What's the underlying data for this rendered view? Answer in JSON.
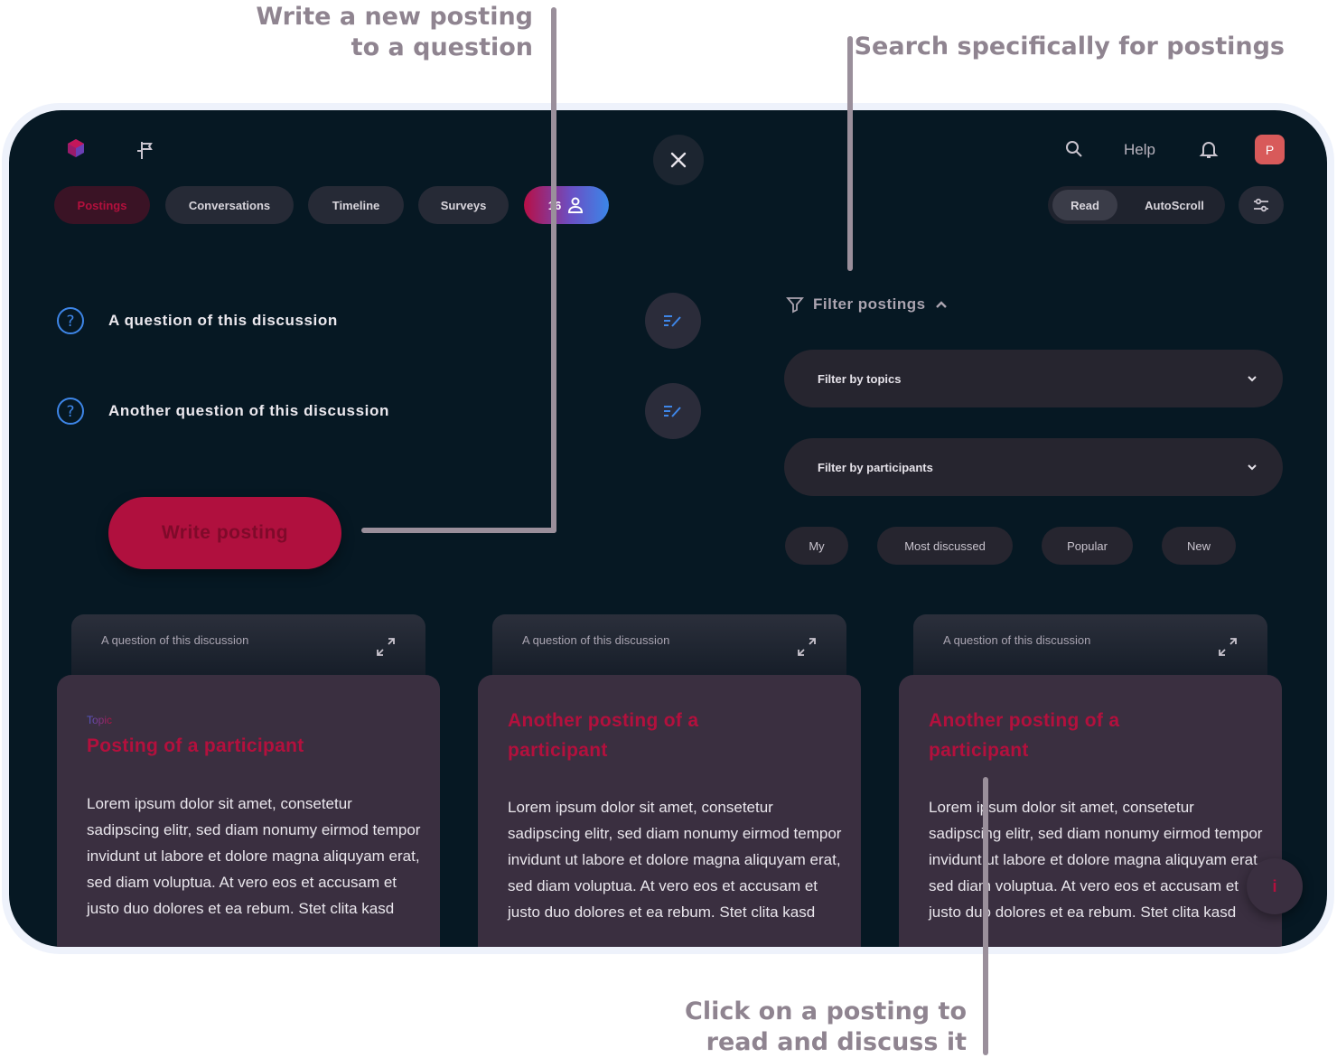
{
  "callouts": {
    "write": "Write a new posting\nto a question",
    "search": "Search specifically for postings",
    "click": "Click on a posting to\nread and discuss it"
  },
  "header": {
    "help": "Help",
    "avatar_initial": "P"
  },
  "tabs": [
    "Postings",
    "Conversations",
    "Timeline",
    "Surveys"
  ],
  "participants_badge": "16",
  "view_toggle": {
    "read": "Read",
    "autoscroll": "AutoScroll"
  },
  "questions": [
    "A question of this discussion",
    "Another question of this discussion"
  ],
  "write_button": "Write posting",
  "filter": {
    "heading": "Filter postings",
    "topics": "Filter by topics",
    "participants": "Filter by participants",
    "chips": [
      "My",
      "Most discussed",
      "Popular",
      "New"
    ]
  },
  "cards": [
    {
      "question": "A question of this discussion",
      "topic": "Topic",
      "title": "Posting of a participant",
      "body": "Lorem ipsum dolor sit amet, consetetur sadipscing elitr, sed diam nonumy eirmod tempor invidunt ut labore et dolore magna aliquyam erat, sed diam voluptua. At vero eos et accusam et justo duo dolores et ea rebum. Stet clita kasd"
    },
    {
      "question": "A question of this discussion",
      "title": "Another posting of a participant",
      "body": "Lorem ipsum dolor sit amet, consetetur sadipscing elitr, sed diam nonumy eirmod tempor invidunt ut labore et dolore magna aliquyam erat, sed diam voluptua. At vero eos et accusam et justo duo dolores et ea rebum. Stet clita kasd"
    },
    {
      "question": "A question of this discussion",
      "title": "Another posting of a participant",
      "body": "Lorem ipsum dolor sit amet, consetetur sadipscing elitr, sed diam nonumy eirmod tempor invidunt ut labore et dolore magna aliquyam erat, sed diam voluptua. At vero eos et accusam et justo duo dolores et ea rebum. Stet clita kasd"
    }
  ],
  "fab_label": "i",
  "colors": {
    "accent": "#b3103d",
    "background": "#061823",
    "card": "#3a2f40",
    "annotation": "#9a8f9b"
  }
}
